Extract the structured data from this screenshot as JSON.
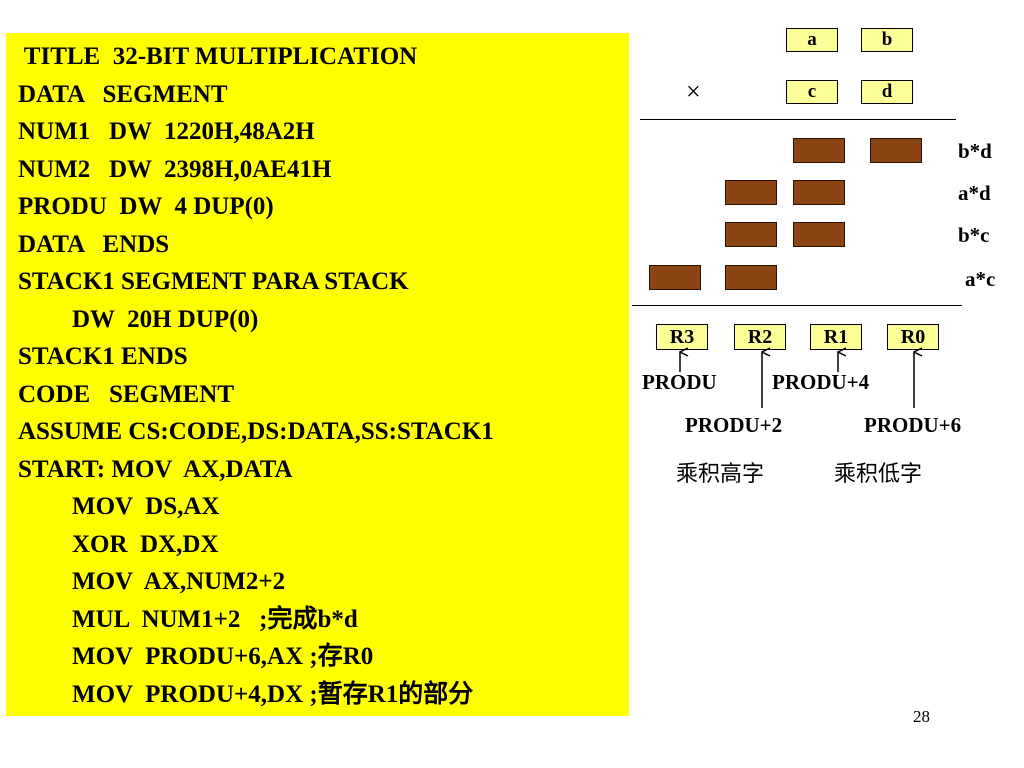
{
  "code": {
    "lines": [
      {
        "text": " TITLE  32-BIT MULTIPLICATION",
        "indent": 0
      },
      {
        "text": "DATA   SEGMENT",
        "indent": 0
      },
      {
        "text": "NUM1   DW  1220H,48A2H",
        "indent": 0
      },
      {
        "text": "NUM2   DW  2398H,0AE41H",
        "indent": 0
      },
      {
        "text": "PRODU  DW  4 DUP(0)",
        "indent": 0
      },
      {
        "text": "DATA   ENDS",
        "indent": 0
      },
      {
        "text": "STACK1 SEGMENT PARA STACK",
        "indent": 0
      },
      {
        "text": "DW  20H DUP(0)",
        "indent": 1
      },
      {
        "text": "STACK1 ENDS",
        "indent": 0
      },
      {
        "text": "CODE   SEGMENT",
        "indent": 0
      },
      {
        "text": "ASSUME CS:CODE,DS:DATA,SS:STACK1",
        "indent": 0
      },
      {
        "text": "START: MOV  AX,DATA",
        "indent": 0
      },
      {
        "text": "MOV  DS,AX",
        "indent": 1
      },
      {
        "text": "XOR  DX,DX",
        "indent": 1
      },
      {
        "text": "MOV  AX,NUM2+2",
        "indent": 1
      },
      {
        "text": "MUL  NUM1+2   ;完成b*d",
        "indent": 1
      },
      {
        "text": "MOV  PRODU+6,AX ;存R0",
        "indent": 1
      },
      {
        "text": "MOV  PRODU+4,DX ;暂存R1的部分",
        "indent": 1
      }
    ]
  },
  "diagram": {
    "operand_a": "a",
    "operand_b": "b",
    "operand_c": "c",
    "operand_d": "d",
    "times_symbol": "×",
    "partial_products": [
      "b*d",
      "a*d",
      "b*c",
      "a*c"
    ],
    "registers": [
      "R3",
      "R2",
      "R1",
      "R0"
    ],
    "produ_labels": [
      "PRODU",
      "PRODU+4",
      "PRODU+2",
      "PRODU+6"
    ],
    "high_word": "乘积高字",
    "low_word": "乘积低字"
  },
  "page_number": "28",
  "colors": {
    "panel": "#ffff00",
    "box_fill": "#ffff99",
    "partial_block": "#8b4513"
  }
}
